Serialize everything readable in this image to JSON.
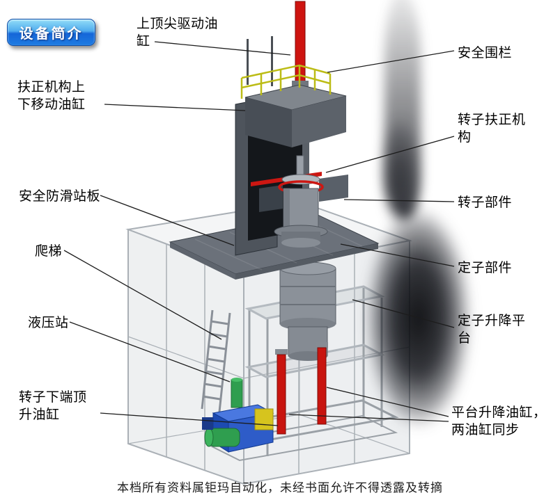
{
  "badge": {
    "label": "设备简介"
  },
  "watermark": "本档所有资料属钜玛自动化，未经书面允许不得透露及转摘",
  "labels": [
    {
      "id": "top-spindle-drive-cylinder",
      "text": "上顶尖驱动油\n缸"
    },
    {
      "id": "safety-fence",
      "text": "安全围栏"
    },
    {
      "id": "centering-updown-cylinder",
      "text": "扶正机构上\n下移动油缸"
    },
    {
      "id": "rotor-centering-mechanism",
      "text": "转子扶正机\n构"
    },
    {
      "id": "antislip-standing-plate",
      "text": "安全防滑站板"
    },
    {
      "id": "rotor-part",
      "text": "转子部件"
    },
    {
      "id": "ladder",
      "text": "爬梯"
    },
    {
      "id": "stator-part",
      "text": "定子部件"
    },
    {
      "id": "hydraulic-station",
      "text": "液压站"
    },
    {
      "id": "stator-lift-platform",
      "text": "定子升降平\n台"
    },
    {
      "id": "rotor-bottom-jack-cylinder",
      "text": "转子下端顶\n升油缸"
    },
    {
      "id": "platform-lift-cylinders",
      "text": "平台升降油缸，\n两油缸同步"
    }
  ],
  "colors": {
    "cylinder_red": "#ce1410",
    "railing_yellow": "#bcbc16",
    "hydraulic_blue": "#2e5cc8",
    "pump_green": "#2f9e4f",
    "accent_yellow": "#d6c41e",
    "badge_blue_top": "#93ddf8",
    "badge_blue_bottom": "#1f7ce2",
    "frame_gray": "#aab0b6"
  }
}
